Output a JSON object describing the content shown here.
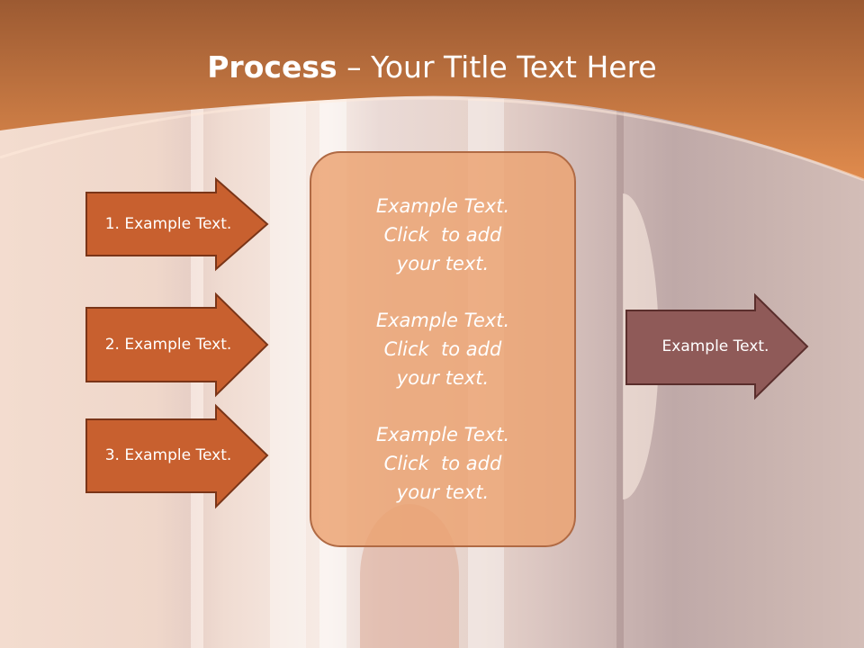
{
  "title": {
    "bold": "Process",
    "rest": " – Your Title Text Here"
  },
  "colors": {
    "band_top": "#9c5a32",
    "band_bottom": "#e08b4d",
    "arrow_fill": "#c8602f",
    "arrow_stroke": "#7a3518",
    "right_arrow_fill": "#8f5a58",
    "right_arrow_stroke": "#5a2e2c",
    "center_box_fill": "#eca270"
  },
  "left_arrows": [
    {
      "label": "1. Example Text."
    },
    {
      "label": "2. Example Text."
    },
    {
      "label": "3. Example Text."
    }
  ],
  "center_box": {
    "blocks": [
      {
        "line1": "Example Text.",
        "line2": "Click  to add",
        "line3": "your text."
      },
      {
        "line1": "Example Text.",
        "line2": "Click  to add",
        "line3": "your text."
      },
      {
        "line1": "Example Text.",
        "line2": "Click  to add",
        "line3": "your text."
      }
    ]
  },
  "right_arrow": {
    "label": "Example Text."
  }
}
